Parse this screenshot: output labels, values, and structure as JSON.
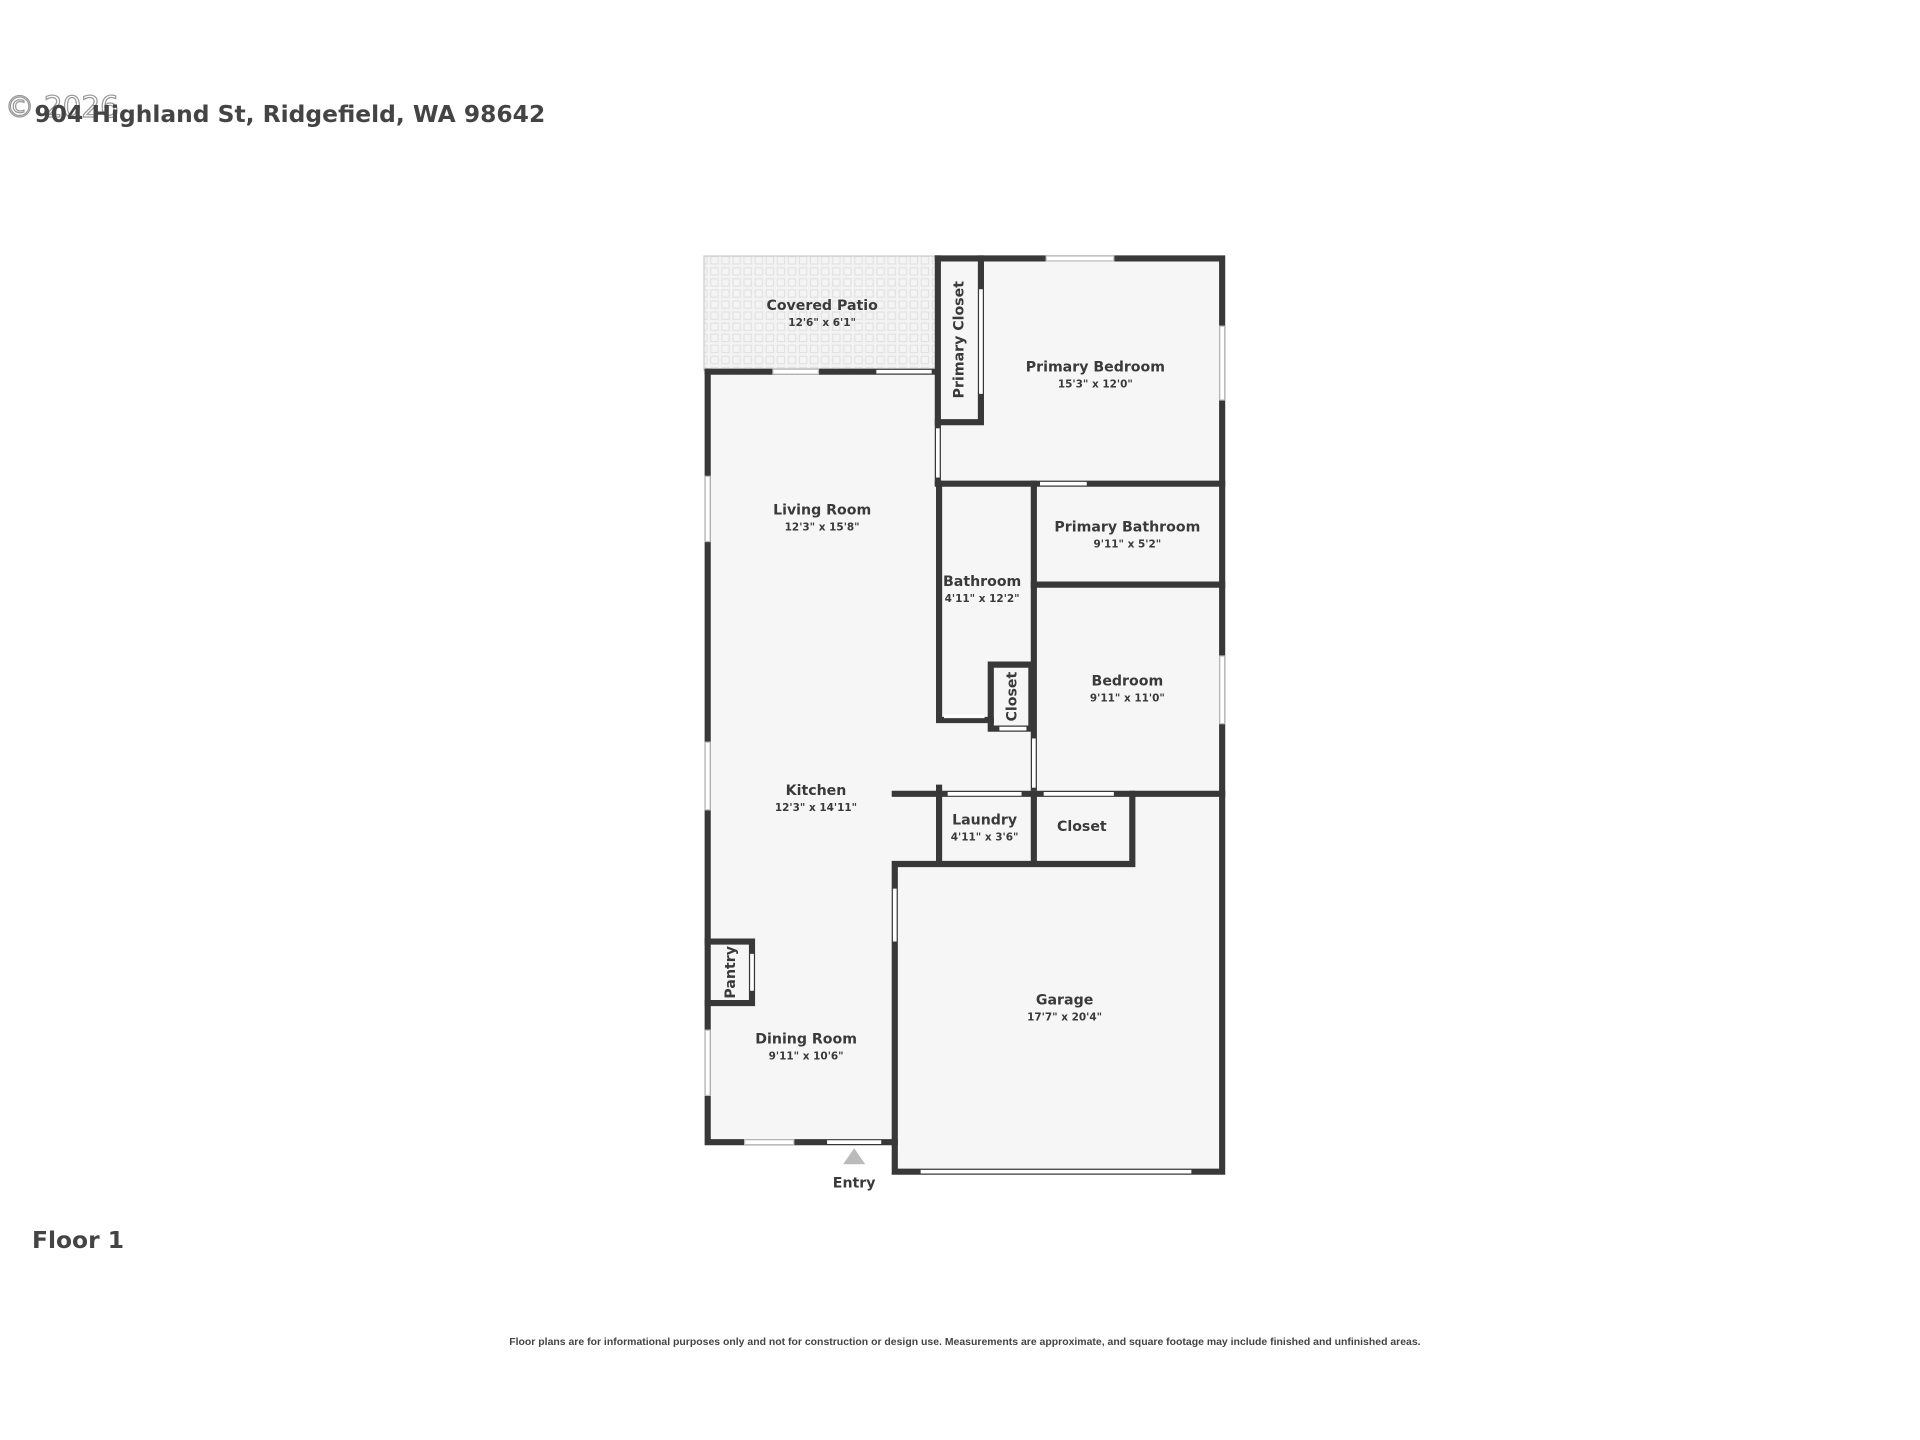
{
  "header": {
    "address": "904 Highland St, Ridgefield, WA 98642",
    "watermark": "© 2026"
  },
  "floor_label": "Floor 1",
  "rooms": [
    {
      "name": "Covered Patio",
      "dims": "12'6\" x 6'1\""
    },
    {
      "name": "Primary Closet",
      "dims": ""
    },
    {
      "name": "Primary Bedroom",
      "dims": "15'3\" x 12'0\""
    },
    {
      "name": "Living Room",
      "dims": "12'3\" x 15'8\""
    },
    {
      "name": "Primary Bathroom",
      "dims": "9'11\" x 5'2\""
    },
    {
      "name": "Bathroom",
      "dims": "4'11\" x 12'2\""
    },
    {
      "name": "Bedroom",
      "dims": "9'11\" x 11'0\""
    },
    {
      "name": "Closet",
      "dims": ""
    },
    {
      "name": "Kitchen",
      "dims": "12'3\" x 14'11\""
    },
    {
      "name": "Laundry",
      "dims": "4'11\" x 3'6\""
    },
    {
      "name": "Closet",
      "dims": ""
    },
    {
      "name": "Garage",
      "dims": "17'7\" x 20'4\""
    },
    {
      "name": "Pantry",
      "dims": ""
    },
    {
      "name": "Dining Room",
      "dims": "9'11\" x 10'6\""
    }
  ],
  "entry_label": "Entry",
  "disclaimer": "Floor plans are for informational purposes only and not for construction or design use. Measurements are approximate, and square footage may include finished and unfinished areas.",
  "colors": {
    "wall": "#383838",
    "floor": "#f6f6f6",
    "text": "#3a3a3a",
    "entry_marker": "#bbbbbb"
  }
}
